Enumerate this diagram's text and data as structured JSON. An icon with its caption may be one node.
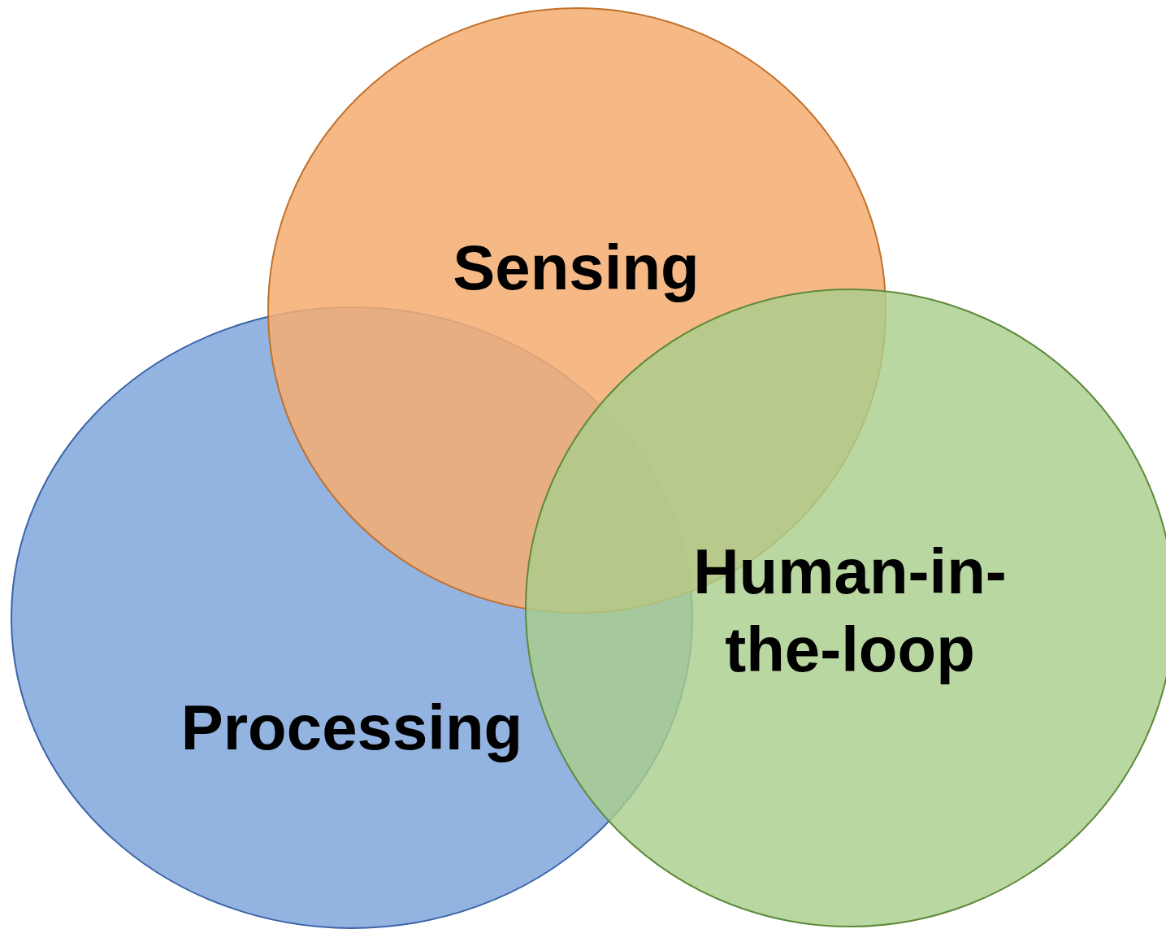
{
  "diagram": {
    "nodes": [
      {
        "text": [
          "Sensing"
        ]
      },
      {
        "text": [
          "Processing"
        ]
      },
      {
        "text": [
          "Human-in-the-loop"
        ]
      }
    ]
  }
}
